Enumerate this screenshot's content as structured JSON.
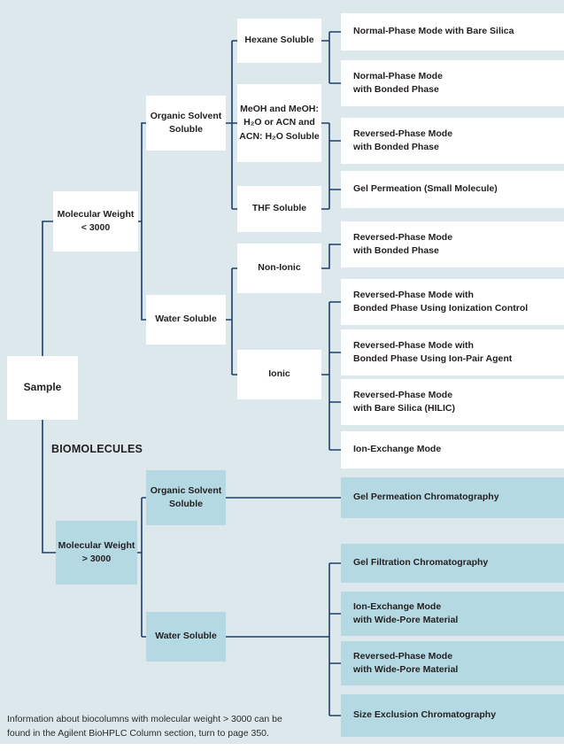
{
  "colors": {
    "background": "#dde8ec",
    "box_white": "#ffffff",
    "box_blue": "#b4d9e2",
    "line": "#1e3f6d",
    "text": "#231f20"
  },
  "section_label": "BIOMOLECULES",
  "footnote": "Information about biocolumns with molecular weight > 3000 can be\nfound in the Agilent BioHPLC Column section, turn to page 350.",
  "nodes": {
    "sample": "Sample",
    "mw_lt_3000": "Molecular Weight\n< 3000",
    "mw_gt_3000": "Molecular Weight\n> 3000",
    "organic_top": "Organic Solvent\nSoluble",
    "water_top": "Water Soluble",
    "organic_bottom": "Organic Solvent\nSoluble",
    "water_bottom": "Water Soluble",
    "hexane": "Hexane Soluble",
    "meoh": "MeOH and MeOH:\nH₂O or ACN and\nACN: H₂O Soluble",
    "thf": "THF Soluble",
    "non_ionic": "Non-Ionic",
    "ionic": "Ionic"
  },
  "results": {
    "np_bare_silica": "Normal-Phase Mode with Bare Silica",
    "np_bonded": "Normal-Phase Mode\nwith Bonded Phase",
    "rp_bonded_organic": "Reversed-Phase Mode\nwith Bonded Phase",
    "gpc_small": "Gel Permeation (Small Molecule)",
    "rp_bonded_nonionic": "Reversed-Phase Mode\nwith Bonded Phase",
    "rp_ionization": "Reversed-Phase Mode with\nBonded Phase Using Ionization Control",
    "rp_ion_pair": "Reversed-Phase Mode with\nBonded Phase Using Ion-Pair Agent",
    "rp_hilic": "Reversed-Phase Mode\nwith Bare Silica (HILIC)",
    "ion_exchange": "Ion-Exchange Mode",
    "gpc": "Gel Permeation Chromatography",
    "gfc": "Gel Filtration Chromatography",
    "iex_wide_pore": "Ion-Exchange Mode\nwith Wide-Pore Material",
    "rp_wide_pore": "Reversed-Phase Mode\nwith Wide-Pore Material",
    "sec": "Size Exclusion Chromatography"
  }
}
